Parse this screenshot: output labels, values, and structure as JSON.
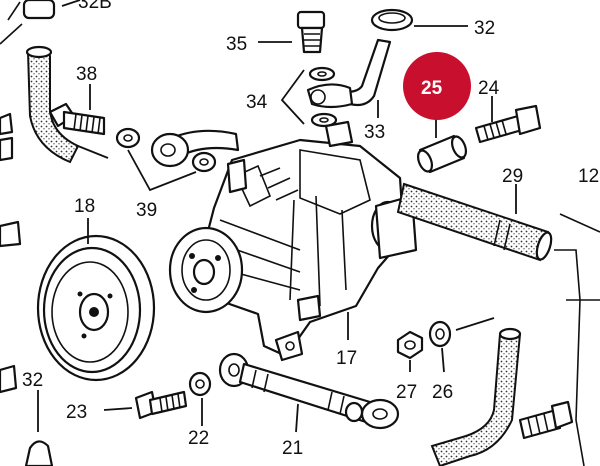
{
  "diagram": {
    "callouts": [
      {
        "id": "32a",
        "label": "32B"
      },
      {
        "id": "35",
        "label": "35"
      },
      {
        "id": "32b",
        "label": "32"
      },
      {
        "id": "38",
        "label": "38"
      },
      {
        "id": "25",
        "label": "25",
        "highlight": true
      },
      {
        "id": "24",
        "label": "24"
      },
      {
        "id": "34",
        "label": "34"
      },
      {
        "id": "33",
        "label": "33"
      },
      {
        "id": "39",
        "label": "39"
      },
      {
        "id": "29",
        "label": "29"
      },
      {
        "id": "12",
        "label": "12"
      },
      {
        "id": "18",
        "label": "18"
      },
      {
        "id": "17",
        "label": "17"
      },
      {
        "id": "27",
        "label": "27"
      },
      {
        "id": "26",
        "label": "26"
      },
      {
        "id": "32c",
        "label": "32"
      },
      {
        "id": "23",
        "label": "23"
      },
      {
        "id": "22",
        "label": "22"
      },
      {
        "id": "21",
        "label": "21"
      }
    ],
    "highlight_color": "#c8102e"
  }
}
